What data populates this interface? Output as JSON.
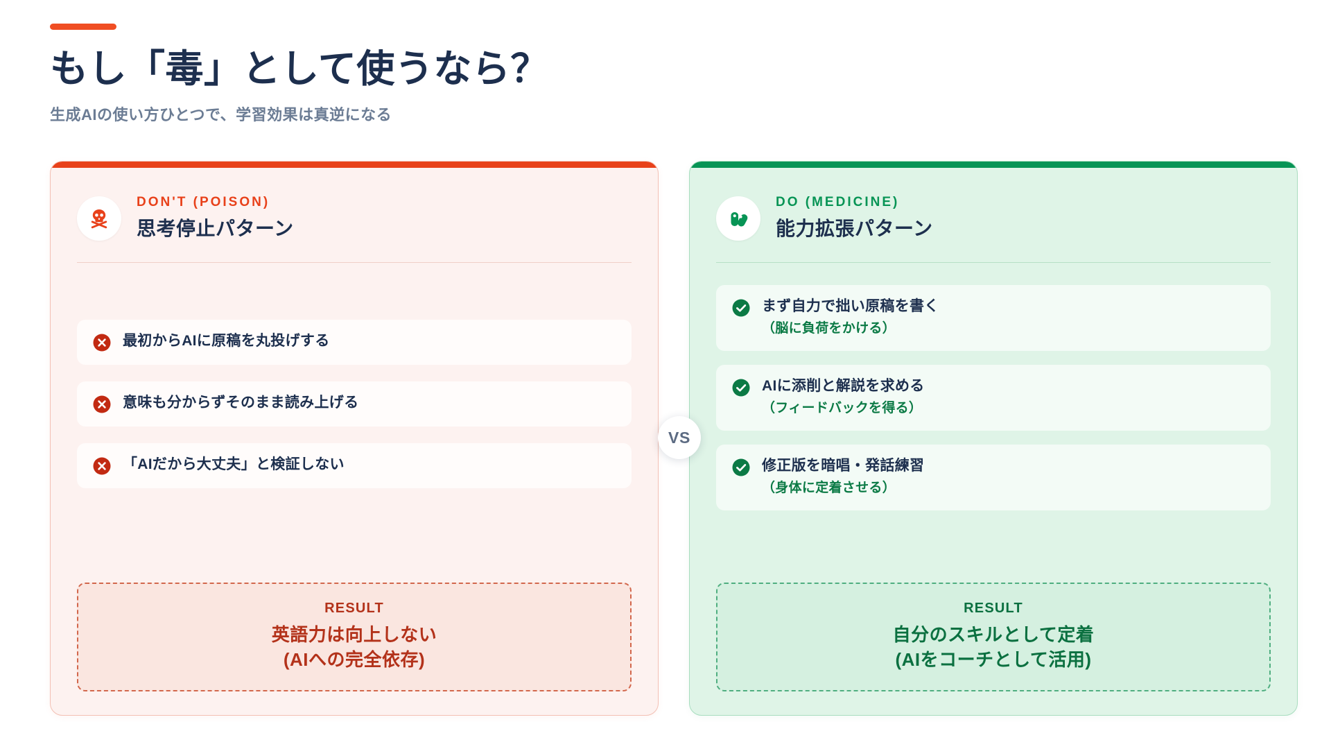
{
  "header": {
    "accent_color": "#f04e23",
    "title": "もし「毒」として使うなら？",
    "subtitle": "生成AIの使い方ひとつで、学習効果は真逆になる"
  },
  "vs_badge": {
    "label": "VS"
  },
  "cards": [
    {
      "side": "left",
      "variant": "poison",
      "accent_color": "#e8411a",
      "kicker": "DON'T (POISON)",
      "title": "思考停止パターン",
      "icon": "skull-crossbones-icon",
      "bullet_icon": "circle-x-icon",
      "items": [
        {
          "main": "最初からAIに原稿を丸投げする",
          "sub": ""
        },
        {
          "main": "意味も分からずそのまま読み上げる",
          "sub": ""
        },
        {
          "main": "「AIだから大丈夫」と検証しない",
          "sub": ""
        }
      ],
      "result": {
        "label": "RESULT",
        "line1": "英語力は向上しない",
        "line2": "(AIへの完全依存)"
      }
    },
    {
      "side": "right",
      "variant": "medicine",
      "accent_color": "#079455",
      "kicker": "DO (MEDICINE)",
      "title": "能力拡張パターン",
      "icon": "pills-capsule-icon",
      "bullet_icon": "circle-check-icon",
      "items": [
        {
          "main": "まず自力で拙い原稿を書く",
          "sub": "（脳に負荷をかける）"
        },
        {
          "main": "AIに添削と解説を求める",
          "sub": "（フィードバックを得る）"
        },
        {
          "main": "修正版を暗唱・発話練習",
          "sub": "（身体に定着させる）"
        }
      ],
      "result": {
        "label": "RESULT",
        "line1": "自分のスキルとして定着",
        "line2": "(AIをコーチとして活用)"
      }
    }
  ]
}
